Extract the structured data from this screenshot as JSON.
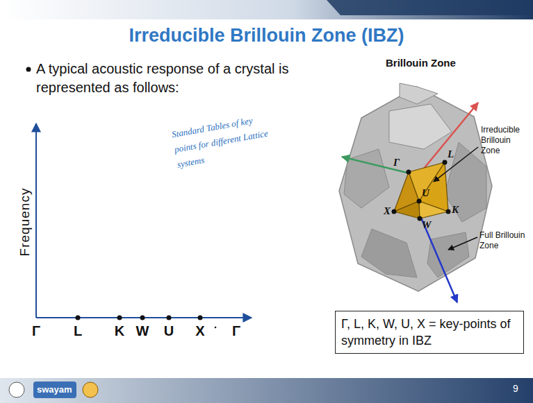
{
  "diagram": {
    "title": "Irreducible Brillouin Zone (IBZ)",
    "nodes": [
      {
        "text": [
          "Γ, L, K, W, U, X = key-points of symmetry in IBZ"
        ]
      }
    ],
    "labels": [
      "A typical acoustic response of a crystal is represented as follows:",
      "Standard Tables of key points for different Lattice systems",
      "Frequency",
      "Γ",
      "L",
      "K",
      "W",
      "U",
      "X",
      "Γ",
      "Brillouin Zone",
      "Irreducible Brillouin Zone",
      "Full Brillouin Zone",
      "Γ",
      "L",
      "U",
      "X",
      "W",
      "K",
      "swayam",
      "9"
    ]
  }
}
